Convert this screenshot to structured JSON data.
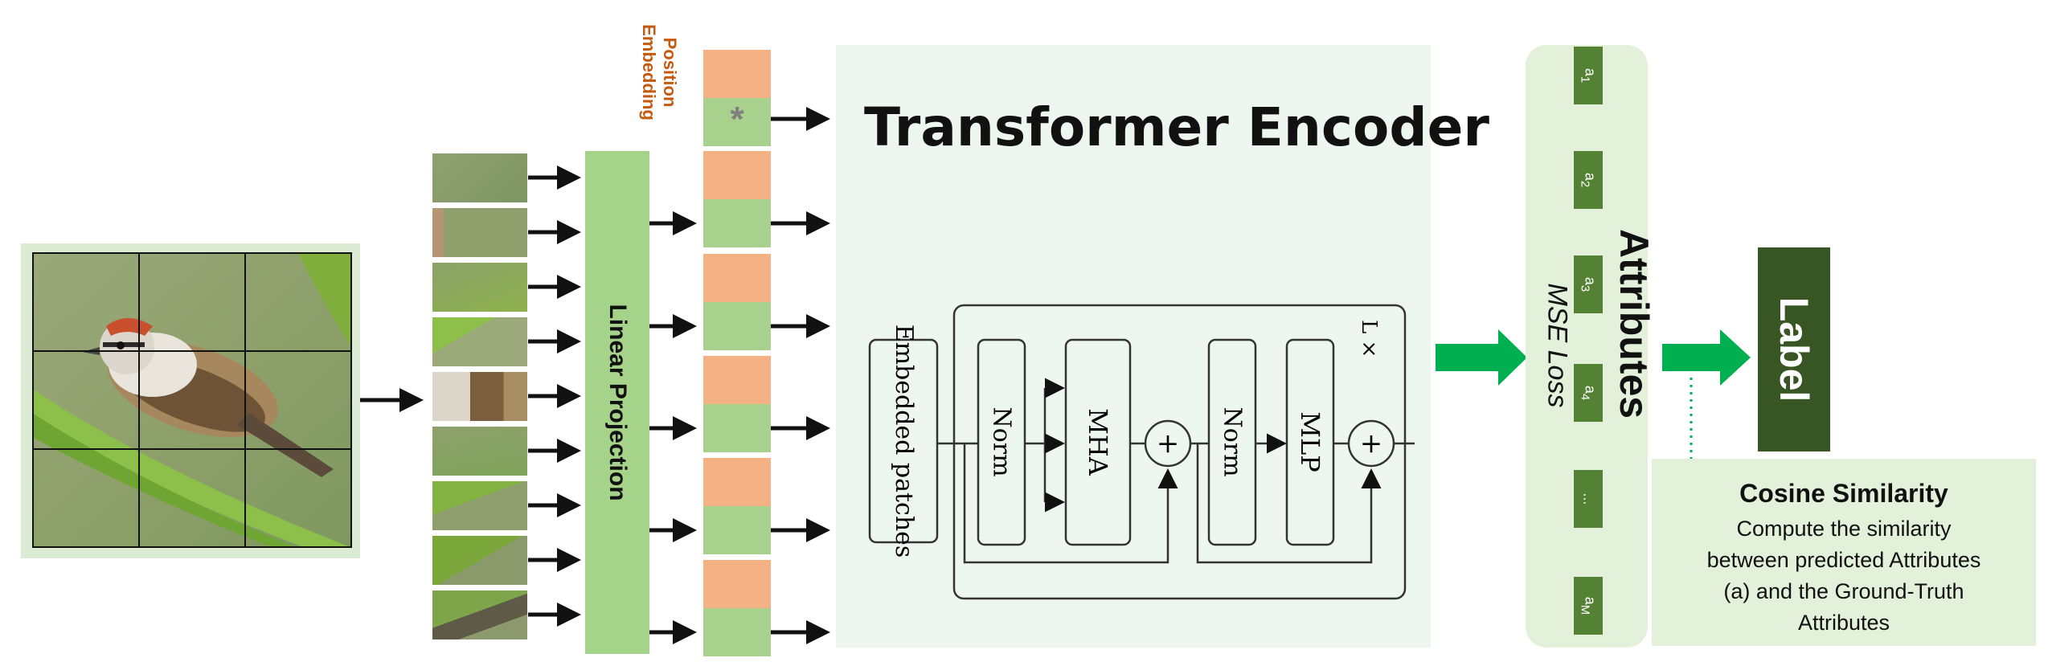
{
  "encoder": {
    "title": "Transformer Encoder",
    "block": {
      "embedded_patches": "Embedded patches",
      "norm1": "Norm",
      "mha": "MHA",
      "add1": "+",
      "norm2": "Norm",
      "mlp": "MLP",
      "add2": "+",
      "repeat": "L ×"
    }
  },
  "linear_projection": {
    "label": "Linear Projection"
  },
  "position_embedding": {
    "label_line1": "Position",
    "label_line2": "Embedding",
    "cls_token": "*"
  },
  "attributes": {
    "label": "Attributes",
    "loss": "MSE Loss",
    "items": [
      {
        "base": "a",
        "sub": "1"
      },
      {
        "base": "a",
        "sub": "2"
      },
      {
        "base": "a",
        "sub": "3"
      },
      {
        "base": "a",
        "sub": "4"
      },
      {
        "base": "...",
        "sub": ""
      },
      {
        "base": "a",
        "sub": "M"
      }
    ]
  },
  "output": {
    "label": "Label"
  },
  "cosine": {
    "title": "Cosine Similarity",
    "lines": [
      "Compute the similarity",
      "between predicted Attributes",
      "(a) and the Ground-Truth",
      "Attributes"
    ]
  },
  "colors": {
    "encoder_bg": "#eef7ef",
    "linear_projection": "#a6d38a",
    "position_embedding": "#f4b183",
    "patch_embedding": "#a9d18e",
    "attribute_box": "#548235",
    "label_box": "#375623",
    "big_arrow": "#00b050",
    "pe_label": "#c55a11"
  }
}
